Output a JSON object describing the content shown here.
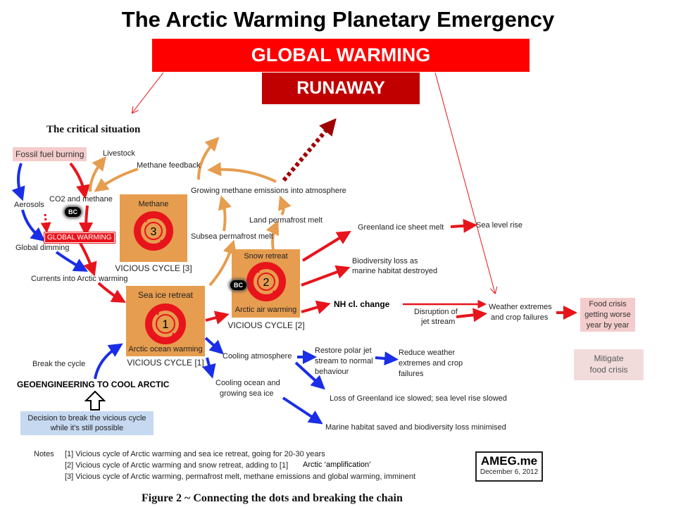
{
  "header": {
    "title": "The Arctic Warming Planetary Emergency",
    "banner": "GLOBAL WARMING",
    "runaway": "RUNAWAY"
  },
  "figure": {
    "heading": "The critical situation",
    "caption": "Figure 2 ~ Connecting the dots and breaking the chain",
    "nodes": {
      "fossil_fuel": "Fossil fuel burning",
      "livestock": "Livestock",
      "methane_feedback": "Methane feedback",
      "co2_methane": "CO2 and methane",
      "aerosols": "Aerosols",
      "bc": "BC",
      "global_warming_small": "GLOBAL WARMING",
      "global_dimming": "Global dimming",
      "currents": "Currents into Arctic warming",
      "growing_methane": "Growing methane emissions into atmosphere",
      "land_permafrost": "Land permafrost melt",
      "subsea_permafrost": "Subsea permafrost melt",
      "greenland": "Greenland ice sheet melt",
      "sea_level": "Sea level rise",
      "biodiversity_1": "Biodiversity loss as",
      "biodiversity_2": "marine habitat destroyed",
      "nh_change": "NH cl. change",
      "disruption_1": "Disruption of",
      "disruption_2": "jet stream",
      "weather_1": "Weather extremes",
      "weather_2": "and crop failures",
      "food_1": "Food crisis",
      "food_2": "getting worse",
      "food_3": "year by year",
      "mitigate_1": "Mitigate",
      "mitigate_2": "food crisis",
      "cooling_atm": "Cooling atmosphere",
      "restore_1": "Restore polar jet",
      "restore_2": "stream to normal",
      "restore_3": "behaviour",
      "reduce_1": "Reduce weather",
      "reduce_2": "extremes and crop",
      "reduce_3": "failures",
      "cooling_ocean_1": "Cooling ocean and",
      "cooling_ocean_2": "growing sea ice",
      "loss_greenland": "Loss of Greenland ice slowed; sea level rise slowed",
      "marine_saved": "Marine habitat saved and biodiversity loss minimised",
      "break_cycle": "Break the cycle",
      "geoengineering": "GEOENGINEERING TO COOL ARCTIC",
      "decision_1": "Decision to break the vicious cycle",
      "decision_2": "while it's still possible"
    },
    "cycles": {
      "c1": {
        "num": "1",
        "top": "Sea ice retreat",
        "bottom": "Arctic ocean warming",
        "label": "VICIOUS CYCLE [1]"
      },
      "c2": {
        "num": "2",
        "top": "Snow retreat",
        "bottom": "Arctic air warming",
        "label": "VICIOUS CYCLE [2]"
      },
      "c3": {
        "num": "3",
        "top": "Methane",
        "label": "VICIOUS CYCLE [3]"
      }
    },
    "notes": {
      "heading": "Notes",
      "n1": "[1] Vicious cycle of Arctic warming and sea ice retreat, going for 20-30 years",
      "n2": "[2] Vicious cycle of Arctic warming and snow retreat, adding to [1]",
      "n2_extra": "Arctic ‘amplification’",
      "n3": "[3] Vicious cycle of Arctic warming, permafrost melt, methane emissions and global warming, imminent"
    },
    "logo": {
      "name": "AMEG.me",
      "date": "December 6, 2012"
    }
  },
  "colors": {
    "red": "#e8141c",
    "orange": "#e69d4f",
    "blue": "#1a2ee8",
    "dark_red": "#a00000"
  }
}
